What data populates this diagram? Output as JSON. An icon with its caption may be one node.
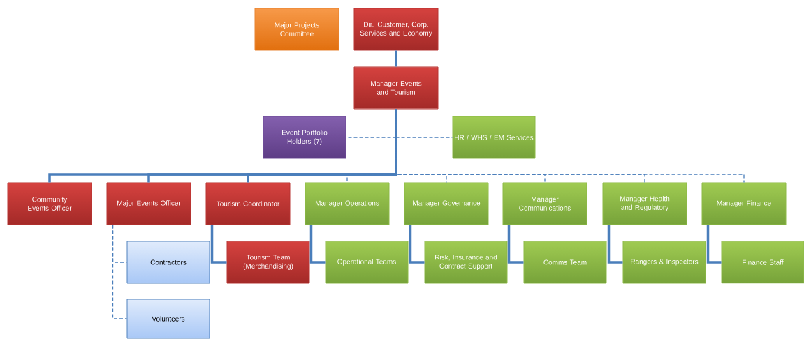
{
  "diagram": {
    "nodes": [
      {
        "text": [
          "Major Projects Committee"
        ]
      },
      {
        "text": [
          "Dir. Customer, Corp. Services and Economy"
        ]
      },
      {
        "text": [
          "Manager Events and Tourism"
        ]
      },
      {
        "text": [
          "Event Portfolio Holders (7)"
        ]
      },
      {
        "text": [
          "HR / WHS / EM Services"
        ]
      },
      {
        "text": [
          "Community Events Officer"
        ]
      },
      {
        "text": [
          "Major Events Officer"
        ]
      },
      {
        "text": [
          "Tourism Coordinator"
        ]
      },
      {
        "text": [
          "Manager Operations"
        ]
      },
      {
        "text": [
          "Manager Governance"
        ]
      },
      {
        "text": [
          "Manager Communications"
        ]
      },
      {
        "text": [
          "Manager Health and Regulatory"
        ]
      },
      {
        "text": [
          "Manager Finance"
        ]
      },
      {
        "text": [
          "Contractors"
        ]
      },
      {
        "text": [
          "Volunteers"
        ]
      },
      {
        "text": [
          "Tourism Team (Merchandising)"
        ]
      },
      {
        "text": [
          "Operational Teams"
        ]
      },
      {
        "text": [
          "Risk, Insurance and Contract Support"
        ]
      },
      {
        "text": [
          "Comms Team"
        ]
      },
      {
        "text": [
          "Rangers & Inspectors"
        ]
      },
      {
        "text": [
          "Finance Staff"
        ]
      }
    ],
    "edges": [
      {
        "from": 1,
        "to": 2,
        "arrow": "none"
      },
      {
        "from": 2,
        "to": 3,
        "arrow": "none",
        "style": "dashed"
      },
      {
        "from": 2,
        "to": 4,
        "arrow": "none",
        "style": "dashed"
      },
      {
        "from": 2,
        "to": 5,
        "arrow": "none"
      },
      {
        "from": 2,
        "to": 6,
        "arrow": "none"
      },
      {
        "from": 2,
        "to": 7,
        "arrow": "none"
      },
      {
        "from": 2,
        "to": 8,
        "arrow": "none",
        "style": "dashed"
      },
      {
        "from": 2,
        "to": 9,
        "arrow": "none",
        "style": "dashed"
      },
      {
        "from": 2,
        "to": 10,
        "arrow": "none",
        "style": "dashed"
      },
      {
        "from": 2,
        "to": 11,
        "arrow": "none",
        "style": "dashed"
      },
      {
        "from": 2,
        "to": 12,
        "arrow": "none",
        "style": "dashed"
      },
      {
        "from": 6,
        "to": 13,
        "arrow": "none",
        "style": "dashed"
      },
      {
        "from": 6,
        "to": 14,
        "arrow": "none",
        "style": "dashed"
      },
      {
        "from": 7,
        "to": 15,
        "arrow": "none"
      },
      {
        "from": 8,
        "to": 16,
        "arrow": "none"
      },
      {
        "from": 9,
        "to": 17,
        "arrow": "none"
      },
      {
        "from": 10,
        "to": 18,
        "arrow": "none"
      },
      {
        "from": 11,
        "to": 19,
        "arrow": "none"
      },
      {
        "from": 12,
        "to": 20,
        "arrow": "none"
      }
    ]
  }
}
